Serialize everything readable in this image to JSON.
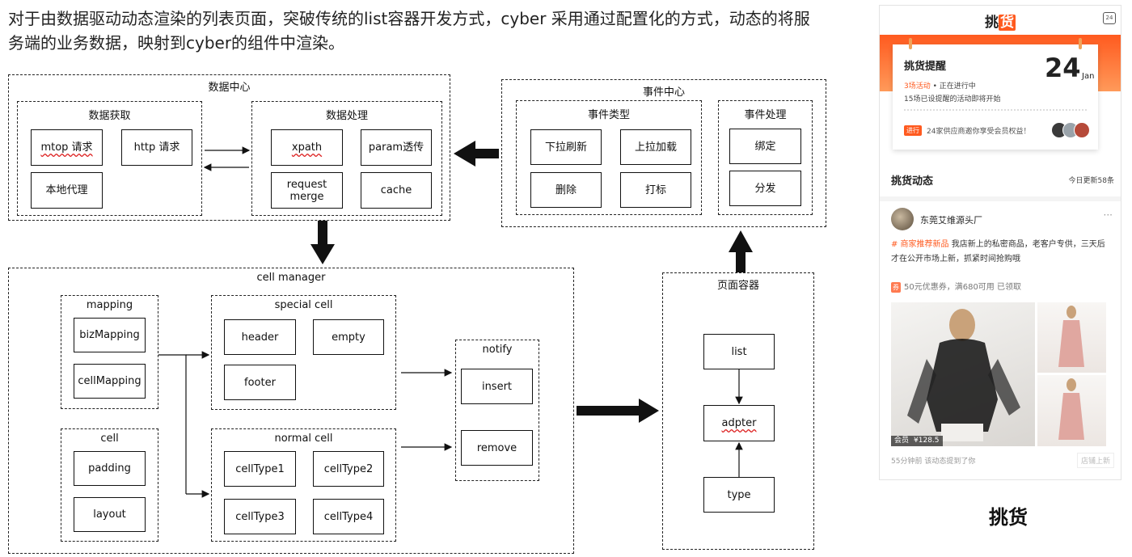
{
  "intro": "对于由数据驱动动态渲染的列表页面，突破传统的list容器开发方式，cyber 采用通过配置化的方式，动态的将服务端的业务数据，映射到cyber的组件中渲染。",
  "data_center": {
    "title": "数据中心",
    "fetch": {
      "title": "数据获取",
      "items": [
        "mtop 请求",
        "http 请求",
        "本地代理"
      ]
    },
    "process": {
      "title": "数据处理",
      "items": [
        "xpath",
        "param透传",
        "request merge",
        "cache"
      ]
    }
  },
  "event_center": {
    "title": "事件中心",
    "types": {
      "title": "事件类型",
      "items": [
        "下拉刷新",
        "上拉加载",
        "删除",
        "打标"
      ]
    },
    "handle": {
      "title": "事件处理",
      "items": [
        "绑定",
        "分发"
      ]
    }
  },
  "cell_manager": {
    "title": "cell manager",
    "mapping": {
      "title": "mapping",
      "items": [
        "bizMapping",
        "cellMapping"
      ]
    },
    "cell": {
      "title": "cell",
      "items": [
        "padding",
        "layout"
      ]
    },
    "special": {
      "title": "special cell",
      "items": [
        "header",
        "empty",
        "footer"
      ]
    },
    "normal": {
      "title": "normal cell",
      "items": [
        "cellType1",
        "cellType2",
        "cellType3",
        "cellType4"
      ]
    },
    "notify": {
      "title": "notify",
      "items": [
        "insert",
        "remove"
      ]
    }
  },
  "page_container": {
    "title": "页面容器",
    "items": [
      "list",
      "adpter",
      "type"
    ]
  },
  "phone": {
    "logo_a": "挑",
    "logo_b": "货",
    "calendar_day": "24",
    "card": {
      "title": "挑货提醒",
      "day": "24",
      "month": "Jan",
      "line1_highlight": "3场活动",
      "line1_rest": " • 正在进行中",
      "line2": "15场已设提醒的活动即将开始",
      "tag": "进行",
      "line3": "24家供应商邀你享受会员权益！"
    },
    "section_title": "挑货动态",
    "section_right": "今日更新58条",
    "shop_name": "东莞艾维源头厂",
    "post_hashtag": "# 商家推荐新品",
    "post_text": "  我店新上的私密商品，老客户专供，三天后才在公开市场上新，抓紧时间抢购哦",
    "coupon_tag": "券",
    "coupon_text": "50元优惠券，满680可用  已领取",
    "vip_label": "会员",
    "price": "¥128.5",
    "footer_left": "55分钟前      该动态提到了你",
    "footer_right": "店铺上新"
  },
  "caption": "挑货"
}
